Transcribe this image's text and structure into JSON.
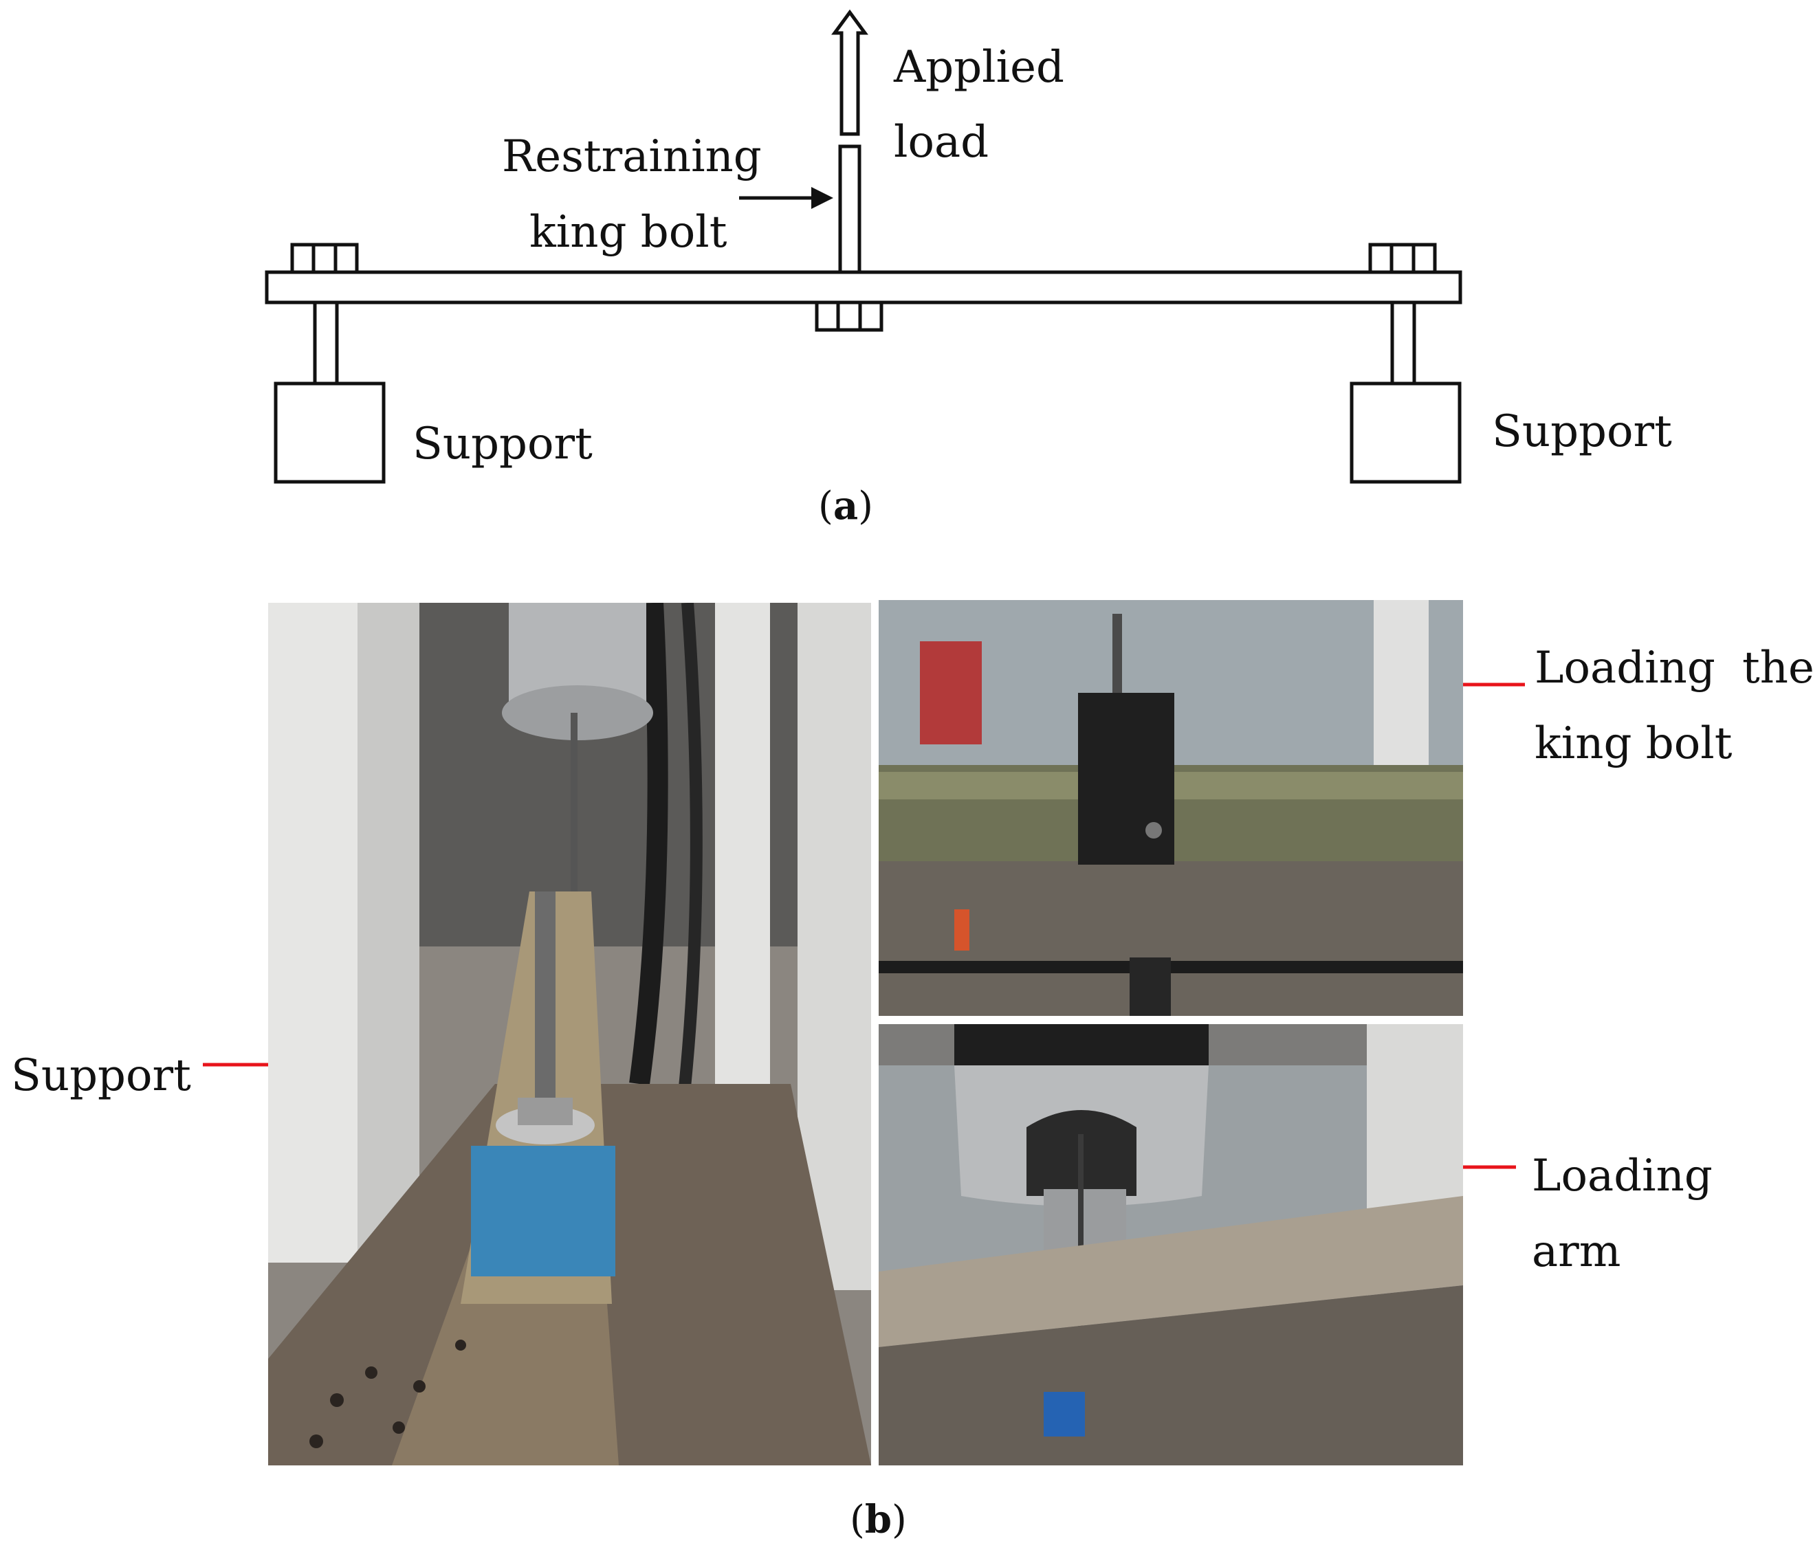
{
  "panel_a": {
    "labels": {
      "applied_load_line1": "Applied",
      "applied_load_line2": "load",
      "restraining_line1": "Restraining",
      "restraining_line2": "king bolt",
      "support_left": "Support",
      "support_right": "Support"
    },
    "caption": {
      "open": "(",
      "letter": "a",
      "close": ")"
    }
  },
  "panel_b": {
    "labels": {
      "support": "Support",
      "loading_the": "Loading",
      "loading_the_2": "the",
      "king_bolt": "king bolt",
      "loading_arm_1": "Loading",
      "loading_arm_2": "arm"
    },
    "caption": {
      "open": "(",
      "letter": "b",
      "close": ")"
    }
  },
  "colors": {
    "line": "#111111",
    "arrow_red": "#e8141b"
  }
}
